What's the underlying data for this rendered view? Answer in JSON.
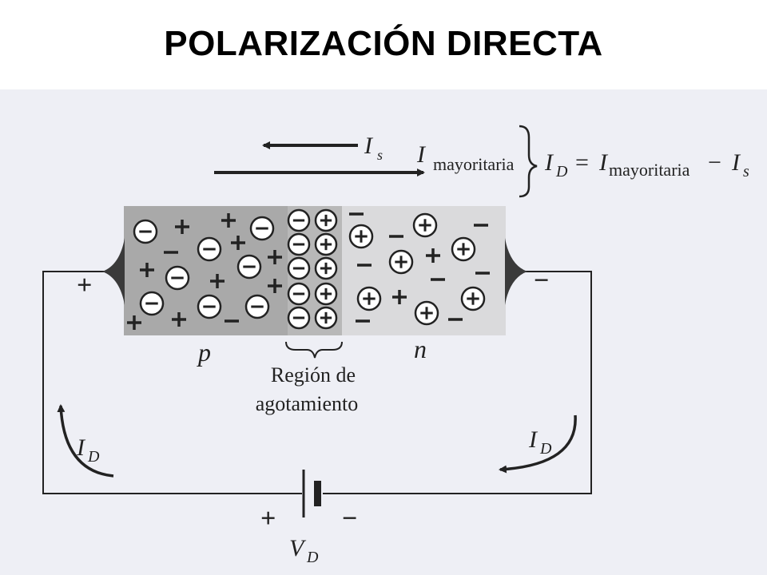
{
  "title": "POLARIZACIÓN DIRECTA",
  "current_labels": {
    "is_letter": "I",
    "is_sub": "s",
    "imaj_letter": "I",
    "imaj_sub": "mayoritaria"
  },
  "equation": {
    "lhs_letter": "I",
    "lhs_sub": "D",
    "equals": "=",
    "term1_letter": "I",
    "term1_sub": "mayoritaria",
    "minus": "−",
    "term2_letter": "I",
    "term2_sub": "s"
  },
  "regions": {
    "p": "p",
    "n": "n"
  },
  "depletion_label": {
    "line1": "Región de",
    "line2": "agotamiento"
  },
  "terminals": {
    "left": "+",
    "right": "−"
  },
  "battery": {
    "plus": "+",
    "minus": "−",
    "label_letter": "V",
    "label_sub": "D"
  },
  "loop_current": {
    "letter": "I",
    "sub": "D"
  },
  "colors": {
    "p_region": "#a9a9a9",
    "n_region": "#dadadc",
    "depletion": "#b8b8b8",
    "ink": "#222222",
    "background": "#eeeff5"
  }
}
